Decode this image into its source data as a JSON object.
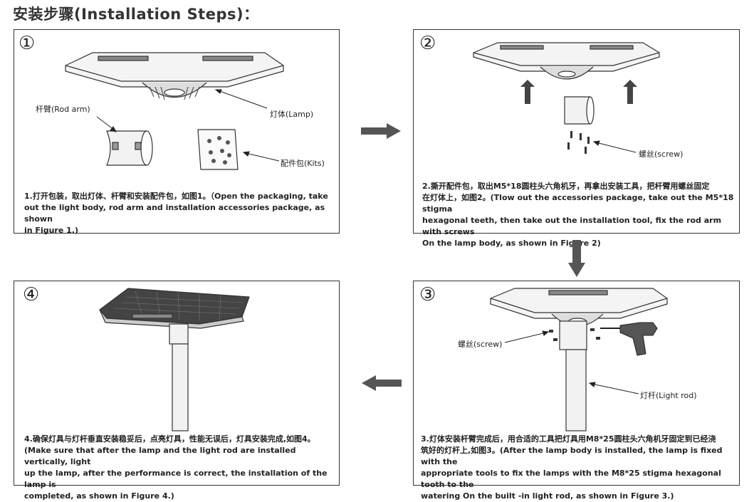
{
  "title": "安装步骤(Installation Steps)：",
  "steps": [
    {
      "number": "①",
      "labels": {
        "rod_arm": "杆臂(Rod arm)",
        "lamp": "灯体(Lamp)",
        "kits": "配件包(Kits)"
      },
      "description": "1.打开包装，取出灯体、杆臂和安装配件包，如图1。（Open the packaging, take\nout the light body, rod arm and installation accessories package, as shown\nin Figure 1.)"
    },
    {
      "number": "②",
      "labels": {
        "screw": "螺丝(screw)"
      },
      "description": "2.撕开配件包，取出M5*18圆柱头六角机牙，再拿出安装工具，把杆臂用螺丝固定\n在灯体上，如图2。(Tlow out the accessories package, take out the M5*18 stigma\nhexagonal teeth, then take out the installation tool, fix the rod arm with screws\nOn the lamp body, as shown in Figure 2)"
    },
    {
      "number": "③",
      "labels": {
        "screw": "螺丝(screw)",
        "light_rod": "灯杆(Light rod)"
      },
      "description": "3.灯体安装杆臂完成后，用合适的工具把灯具用M8*25圆柱头六角机牙固定到已经浇\n筑好的灯杆上,如图3。(After the lamp body is installed, the lamp is fixed with the\nappropriate tools to fix the lamps with the M8*25 stigma hexagonal tooth to the\nwatering On the built -in light rod, as shown in Figure 3.)"
    },
    {
      "number": "④",
      "labels": {},
      "description": "4.确保灯具与灯杆垂直安装稳妥后，点亮灯具，性能无误后，灯具安装完成,如图4。\n(Make sure that after the lamp and the light rod are installed vertically, light\nup the lamp, after the performance is correct, the installation of the lamp is\ncompleted, as shown in Figure 4.)"
    }
  ]
}
